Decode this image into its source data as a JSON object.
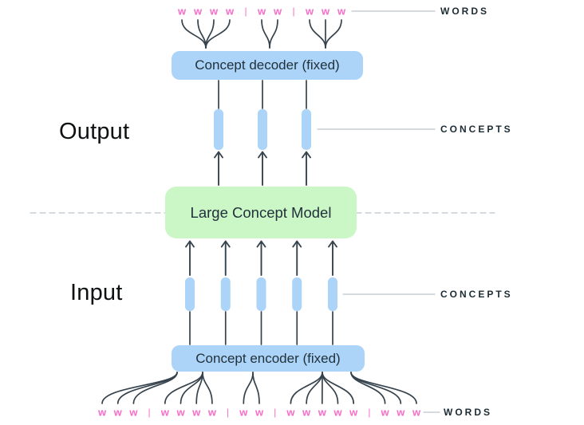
{
  "labels": {
    "output": "Output",
    "input": "Input",
    "words": "WORDS",
    "concepts": "CONCEPTS"
  },
  "boxes": {
    "decoder": "Concept decoder (fixed)",
    "lcm": "Large Concept Model",
    "encoder": "Concept encoder (fixed)"
  },
  "tokens": {
    "word_char": "w",
    "separator": "|"
  },
  "top_word_groups": [
    4,
    2,
    3
  ],
  "bottom_word_groups": [
    3,
    4,
    2,
    5,
    3
  ],
  "output_concept_count": 3,
  "input_concept_count": 5,
  "colors": {
    "concept_blue": "#abd4f8",
    "model_green": "#cbf6c6",
    "word_pink": "#f86cc8",
    "stroke_dark": "#36434d",
    "label_dark": "#1c2b33",
    "leader_gray": "#bcc3cd"
  }
}
